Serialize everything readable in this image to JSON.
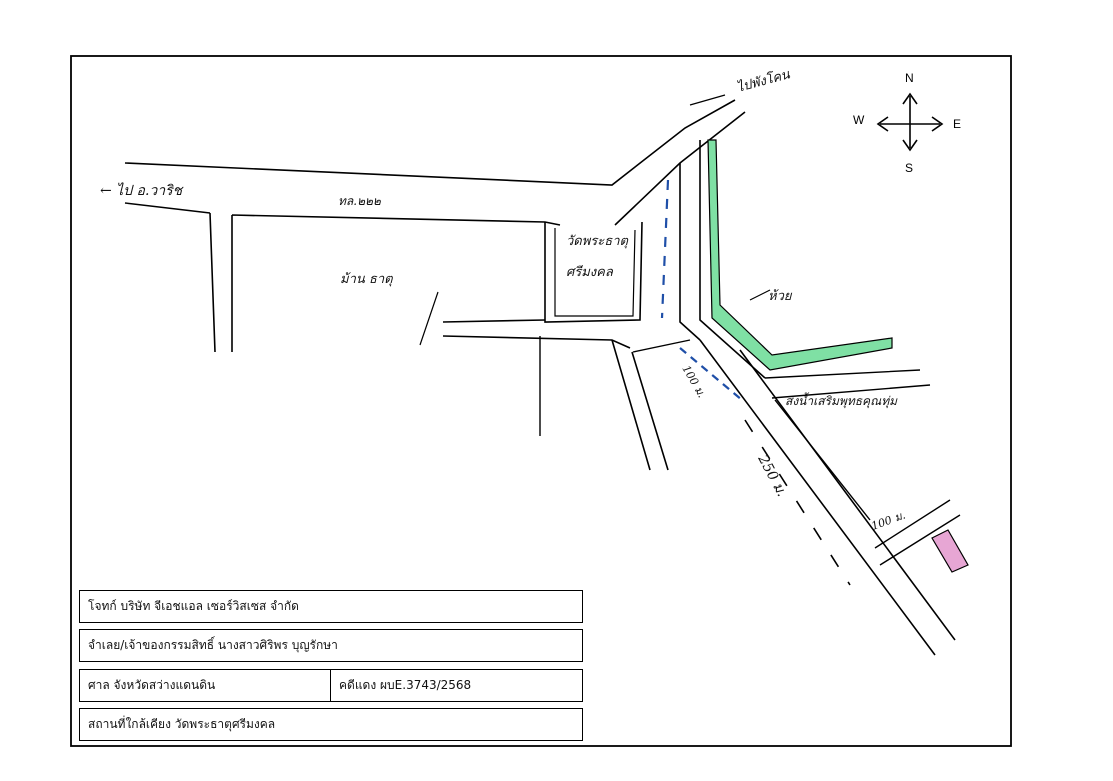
{
  "map": {
    "road_label_to_charin": "← ไป อ.วาริช",
    "road_number": "ทล.๒๒๒",
    "road_label_to_phang_khon": "ไปพังโคน",
    "temple_label_line1": "วัดพระธาตุ",
    "temple_label_line2": "ศรีมงคล",
    "side_label": "ม้าน ธาตุ",
    "creek_label": "ห้วย",
    "institution_label": "ส่งน้ำเสริมพุทธคุณทุ่ม",
    "distance_short": "100 ม.",
    "distance_main": "250 ม.",
    "distance_target": "100 ม."
  },
  "compass": {
    "north": "N",
    "south": "S",
    "east": "E",
    "west": "W"
  },
  "info": {
    "plaintiff": "โจทก์  บริษัท จีเอชแอล เซอร์วิสเซส จำกัด",
    "defendant": "จำเลย/เจ้าของกรรมสิทธิ์  นางสาวศิริพร บุญรักษา",
    "court": "ศาล จังหวัดสว่างแดนดิน",
    "case": "คดีแดง  ผบE.3743/2568",
    "landmark": "สถานที่ใกล้เคียง  วัดพระธาตุศรีมงคล"
  },
  "colors": {
    "creek_fill": "#7fe0a4",
    "target_fill": "#e7a6d4",
    "dashed_route": "#1f4fa8",
    "ink": "#111111"
  }
}
